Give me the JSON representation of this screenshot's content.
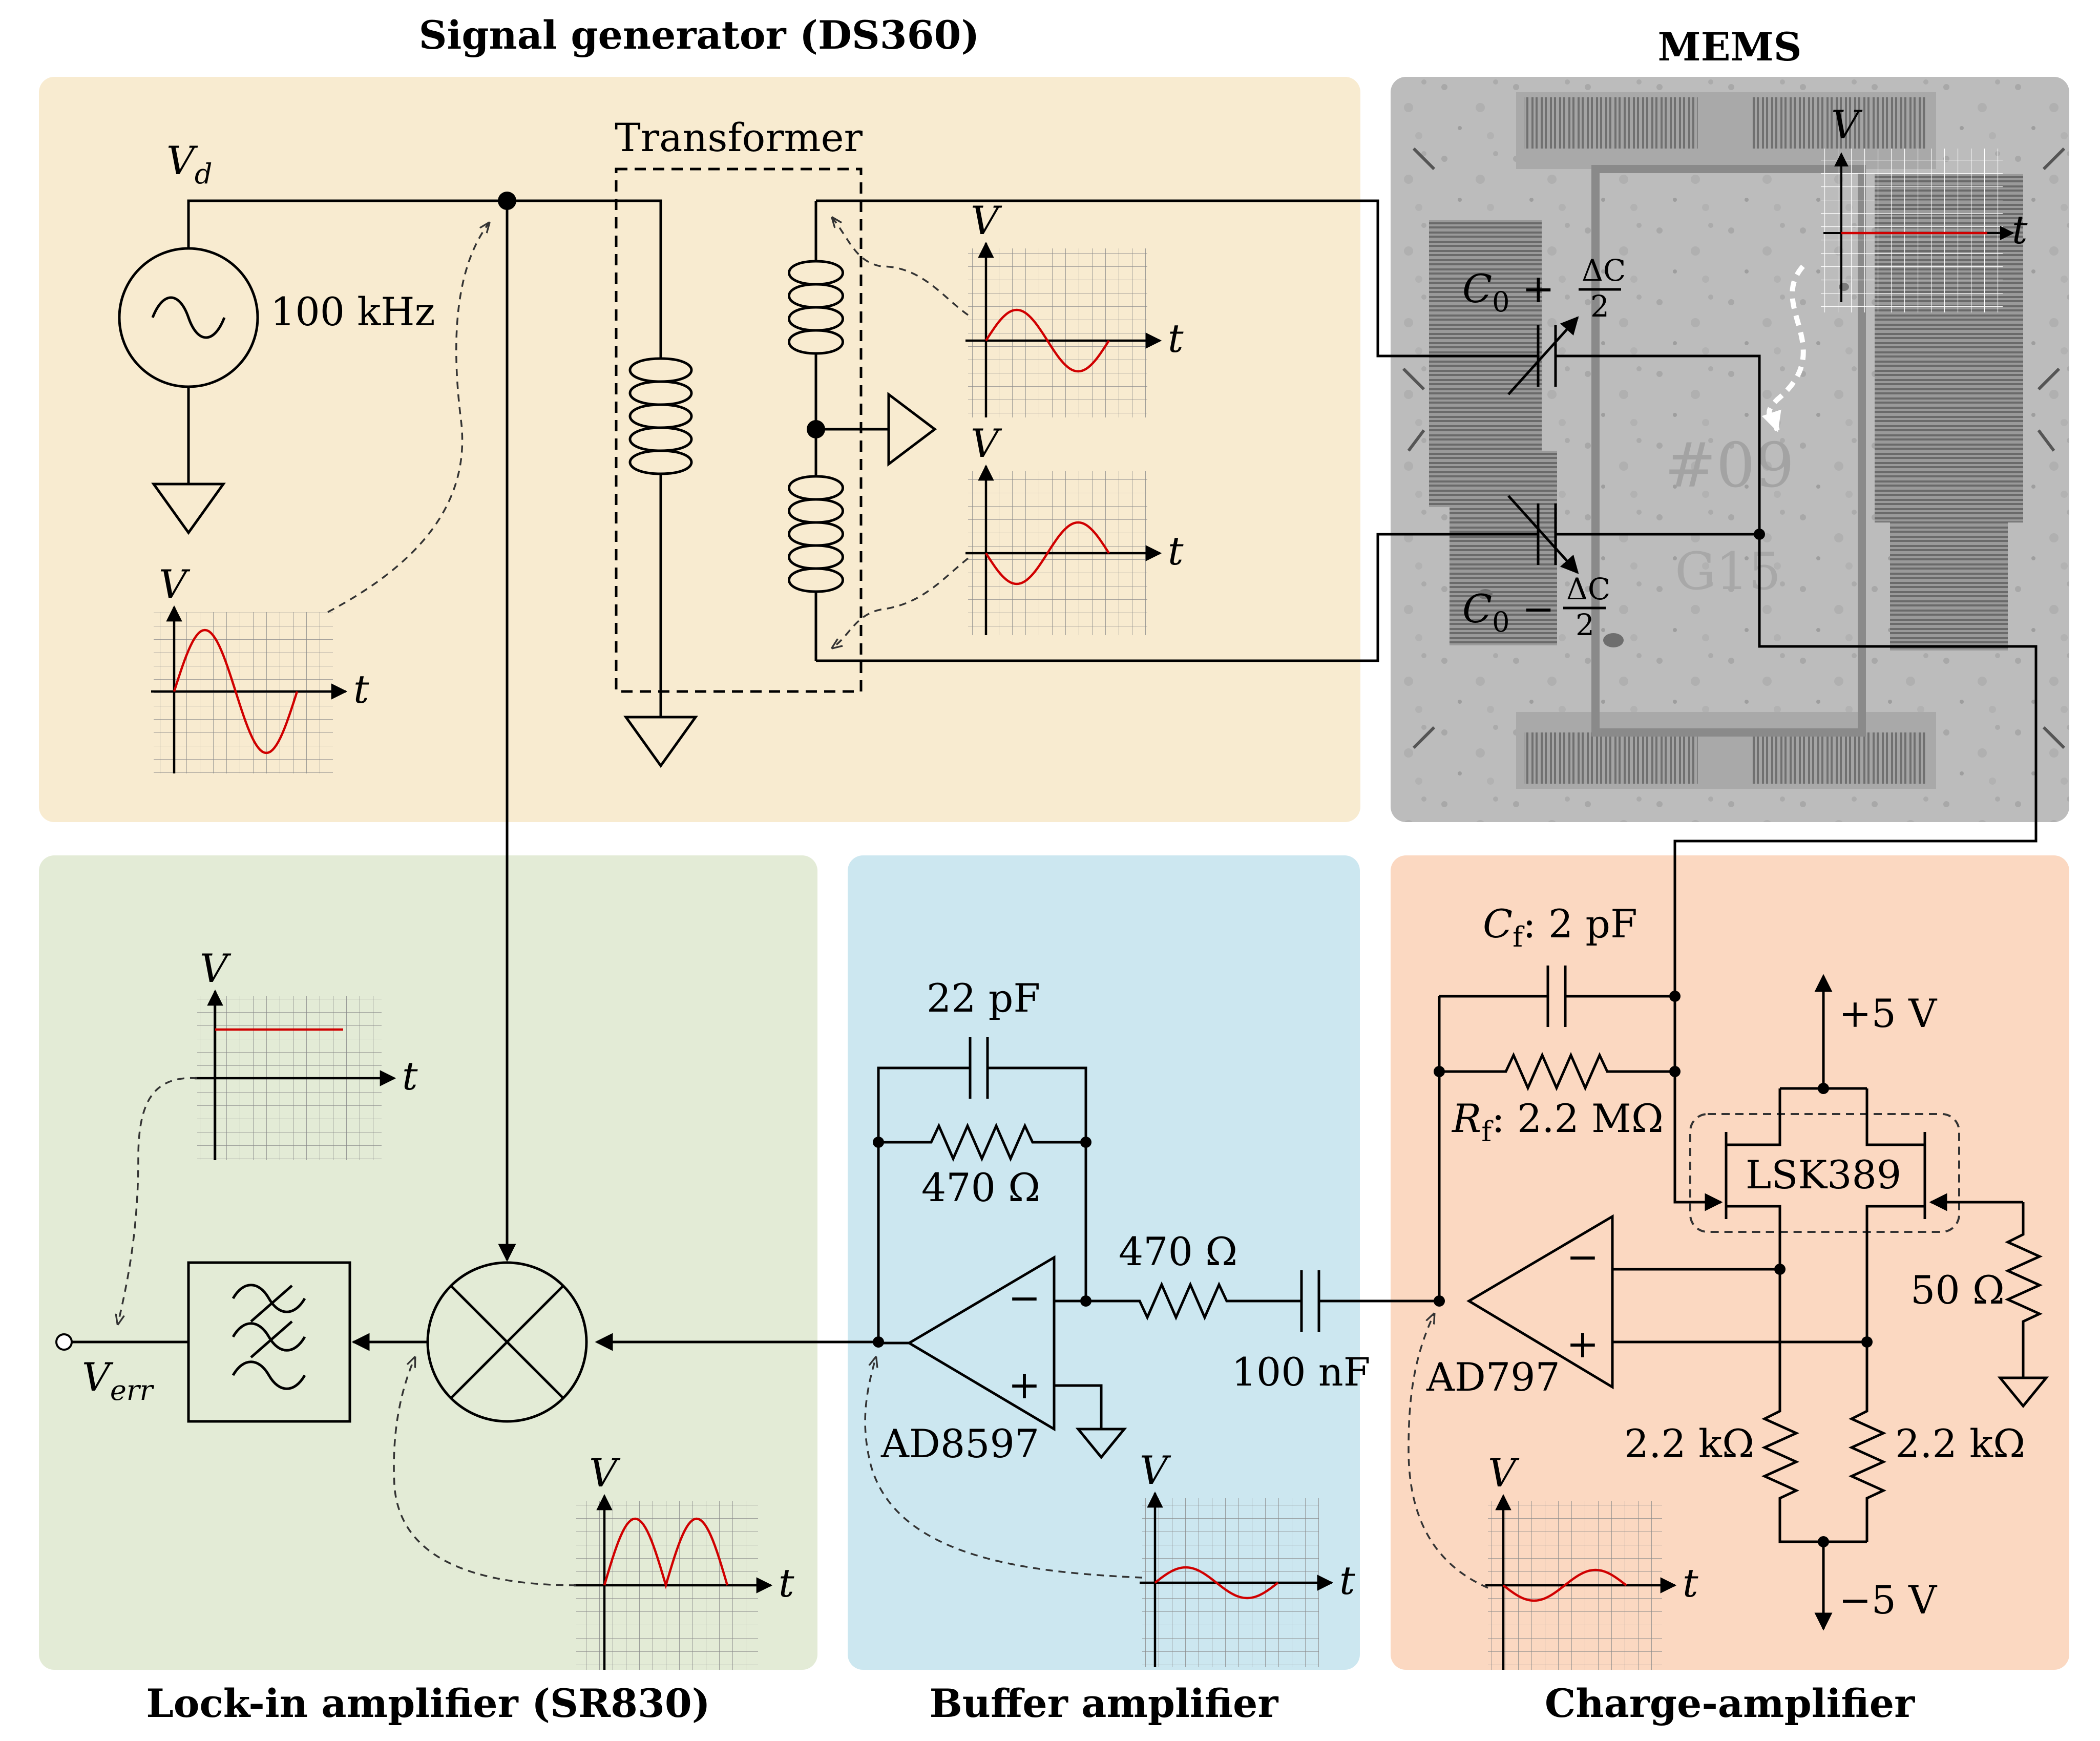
{
  "colors": {
    "signal_generator_panel": "#f8ebd0",
    "lock_in_panel": "#e3ebd6",
    "buffer_panel": "#cce7f0",
    "charge_amp_panel": "#fbd8c1",
    "mems_panel": "#bdbdbd",
    "waveform": "#d00000"
  },
  "panels": {
    "signal_generator": {
      "title": "Signal generator (DS360)"
    },
    "mems": {
      "title": "MEMS"
    },
    "lock_in": {
      "title": "Lock-in amplifier (SR830)"
    },
    "buffer": {
      "title": "Buffer amplifier"
    },
    "charge_amp": {
      "title": "Charge-amplifier"
    }
  },
  "labels": {
    "vd": "V",
    "vd_sub": "d",
    "source_freq": "100 kHz",
    "transformer": "Transformer",
    "c_top": "C",
    "c_top_sub": "0",
    "c_top_op": " + ",
    "c_bot": "C",
    "c_bot_sub": "0",
    "c_bot_op": " − ",
    "frac_num": "ΔC",
    "frac_den": "2",
    "mems_die_marks": [
      "#09",
      "G15"
    ],
    "cf": "C",
    "cf_sub": "f",
    "cf_value": ": 2 pF",
    "rf": "R",
    "rf_sub": "f",
    "rf_value": ": 2.2 MΩ",
    "plus5": "+5 V",
    "minus5": "−5 V",
    "jfet": "LSK389",
    "r50": "50 Ω",
    "r2k2_left": "2.2 kΩ",
    "r2k2_right": "2.2 kΩ",
    "ad797": "AD797",
    "cap_22p": "22 pF",
    "r_470_fb": "470 Ω",
    "r_470_series": "470 Ω",
    "cap_100n": "100 nF",
    "ad8597": "AD8597",
    "verr": "V",
    "verr_sub": "err",
    "axis_v": "V",
    "axis_t": "t",
    "opamp_minus": "−",
    "opamp_plus": "+"
  },
  "icons": {
    "source": "ac-sine-source-icon",
    "ground": "ground-triangle-icon",
    "mixer": "mixer-x-circle-icon",
    "filter": "low-pass-filter-waves-icon",
    "output": "open-terminal-circle-icon"
  },
  "waveforms": {
    "source": "sine, large amplitude, one period",
    "secondary_top": "sine, in phase, reduced amplitude",
    "secondary_bottom": "sine, inverted phase, reduced amplitude",
    "mems_output": "flat line (zero)",
    "charge_amp_output": "small inverted sine",
    "buffer_output": "small sine",
    "mixer_output": "full-wave rectified (two half-periods)",
    "lock_in_output": "constant DC level"
  }
}
